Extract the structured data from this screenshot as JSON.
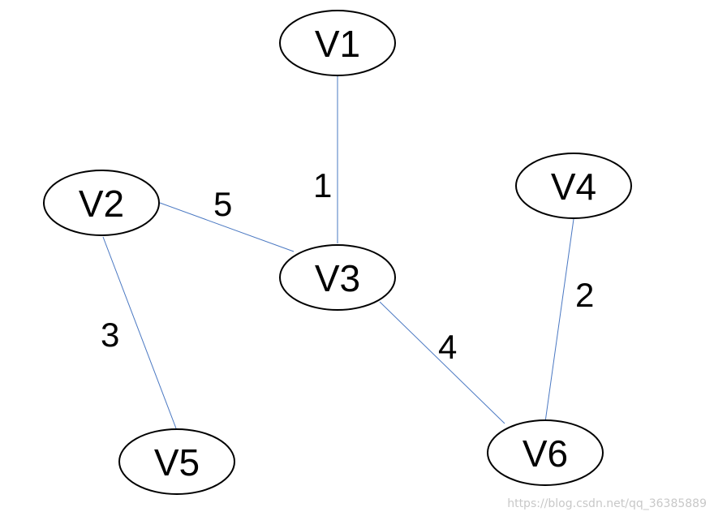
{
  "diagram": {
    "nodes": [
      {
        "id": "V1",
        "label": "V1"
      },
      {
        "id": "V2",
        "label": "V2"
      },
      {
        "id": "V3",
        "label": "V3"
      },
      {
        "id": "V4",
        "label": "V4"
      },
      {
        "id": "V5",
        "label": "V5"
      },
      {
        "id": "V6",
        "label": "V6"
      }
    ],
    "edges": [
      {
        "from": "V1",
        "to": "V3",
        "weight": "1"
      },
      {
        "from": "V2",
        "to": "V3",
        "weight": "5"
      },
      {
        "from": "V2",
        "to": "V5",
        "weight": "3"
      },
      {
        "from": "V3",
        "to": "V6",
        "weight": "4"
      },
      {
        "from": "V4",
        "to": "V6",
        "weight": "2"
      }
    ],
    "edge_color": "#4a78c2",
    "watermark": "https://blog.csdn.net/qq_36385889"
  }
}
